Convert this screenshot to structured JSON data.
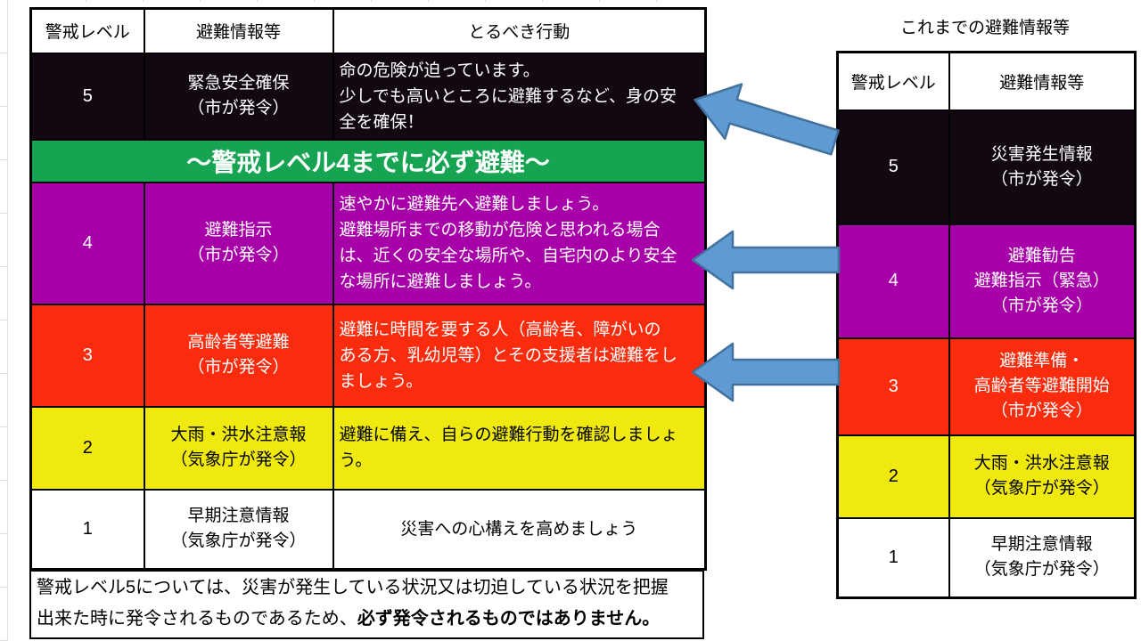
{
  "left_table": {
    "headers": [
      "警戒レベル",
      "避難情報等",
      "とるべき行動"
    ],
    "banner": "～警戒レベル4までに必ず避難～",
    "rows": [
      {
        "level": "5",
        "info": "緊急安全確保\n（市が発令）",
        "action": "命の危険が迫っています。\n少しでも高いところに避難するなど、身の安\n全を確保！"
      },
      {
        "level": "4",
        "info": "避難指示\n（市が発令）",
        "action": "速やかに避難先へ避難しましょう。\n避難場所までの移動が危険と思われる場合\nは、近くの安全な場所や、自宅内のより安全\nな場所に避難しましょう。"
      },
      {
        "level": "3",
        "info": "高齢者等避難\n（市が発令）",
        "action": "避難に時間を要する人（高齢者、障がいの\nある方、乳幼児等）とその支援者は避難をし\nましょう。"
      },
      {
        "level": "2",
        "info": "大雨・洪水注意報\n（気象庁が発令）",
        "action": "避難に備え、自らの避難行動を確認しましょ\nう。"
      },
      {
        "level": "1",
        "info": "早期注意情報\n（気象庁が発令）",
        "action": "災害への心構えを高めましょう"
      }
    ]
  },
  "note": {
    "normal": "警戒レベル5については、災害が発生している状況又は切迫している状況を把握\n出来た時に発令されるものであるため、",
    "bold": "必ず発令されるものではありません。"
  },
  "right_table": {
    "title": "これまでの避難情報等",
    "headers": [
      "警戒レベル",
      "避難情報等"
    ],
    "rows": [
      {
        "level": "5",
        "info": "災害発生情報\n（市が発令）"
      },
      {
        "level": "4",
        "info": "避難勧告\n避難指示（緊急）\n（市が発令）"
      },
      {
        "level": "3",
        "info": "避難準備・\n高齢者等避難開始\n（市が発令）"
      },
      {
        "level": "2",
        "info": "大雨・洪水注意報\n（気象庁が発令）"
      },
      {
        "level": "1",
        "info": "早期注意情報\n（気象庁が発令）"
      }
    ]
  },
  "colors": {
    "level5_black": "#120812",
    "level4_purple": "#a800a8",
    "level3_red": "#fb2c0e",
    "level2_yellow": "#f0e90e",
    "banner_green": "#16a452",
    "arrow_fill": "#5f9ad3",
    "arrow_stroke": "#41719c"
  }
}
